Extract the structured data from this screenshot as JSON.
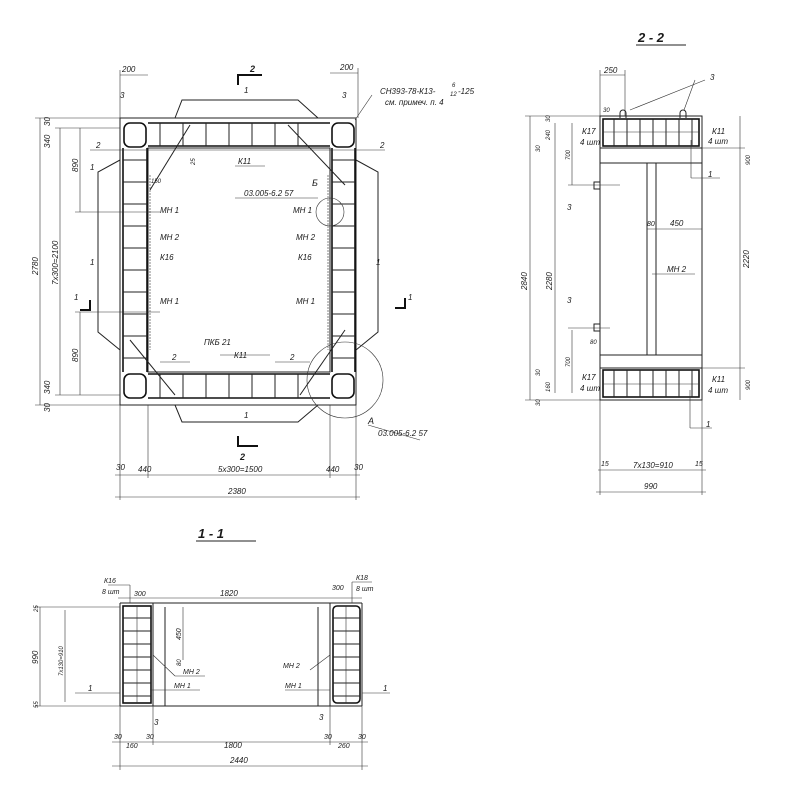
{
  "plan": {
    "labels": [
      "200",
      "200",
      "2",
      "1",
      "3",
      "3",
      "СН393-78-К13-",
      "6",
      "12",
      "-125",
      "см. примеч. п. 4",
      "30",
      "340",
      "890",
      "2780",
      "7x300=2100",
      "890",
      "340",
      "30",
      "2",
      "1",
      "2",
      "25",
      "150",
      "К11",
      "Б",
      "03.005-6.2  57",
      "МН 1",
      "МН 1",
      "МН 2",
      "МН 2",
      "К16",
      "К16",
      "1",
      "1",
      "МН 1",
      "МН 1",
      "1",
      "1",
      "ПКБ 21",
      "К11",
      "2",
      "2",
      "1",
      "2",
      "А",
      "03.005-6.2  57",
      "30",
      "440",
      "5x300=1500",
      "440",
      "30",
      "2380"
    ]
  },
  "section_2_2": {
    "title": "2 - 2",
    "labels": [
      "250",
      "3",
      "30",
      "30",
      "240",
      "30",
      "К17",
      "4 шт",
      "К11",
      "4 шт",
      "900",
      "700",
      "1",
      "3",
      "80",
      "450",
      "МН 2",
      "2840",
      "2280",
      "2220",
      "3",
      "80",
      "700",
      "30",
      "160",
      "30",
      "К17",
      "4 шт",
      "К11",
      "4 шт",
      "900",
      "1",
      "15",
      "7x130=910",
      "15",
      "990"
    ]
  },
  "section_1_1": {
    "title": "1 - 1",
    "labels": [
      "К16",
      "8 шт",
      "300",
      "1820",
      "300",
      "К18",
      "8 шт",
      "25",
      "990",
      "7x130=910",
      "55",
      "450",
      "80",
      "МН 2",
      "МН 1",
      "1",
      "МН 2",
      "МН 1",
      "1",
      "3",
      "3",
      "30",
      "160",
      "30",
      "1800",
      "30",
      "260",
      "30",
      "2440"
    ]
  }
}
